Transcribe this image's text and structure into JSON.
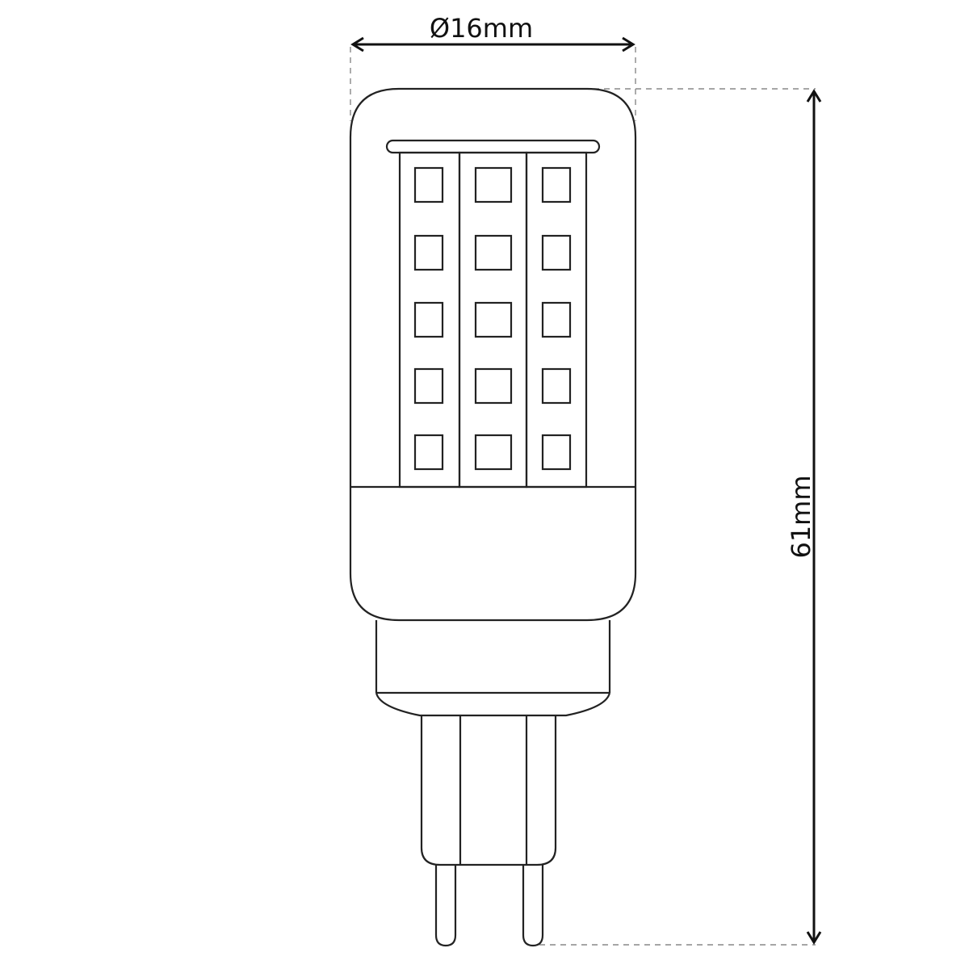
{
  "diagram": {
    "subject": "G9 LED bulb",
    "background": "#ffffff",
    "stroke_color": "#222222",
    "dimensions": {
      "width": {
        "label": "Ø16mm"
      },
      "height": {
        "label": "61mm"
      }
    },
    "led_grid": {
      "columns": 3,
      "rows": 5
    }
  }
}
